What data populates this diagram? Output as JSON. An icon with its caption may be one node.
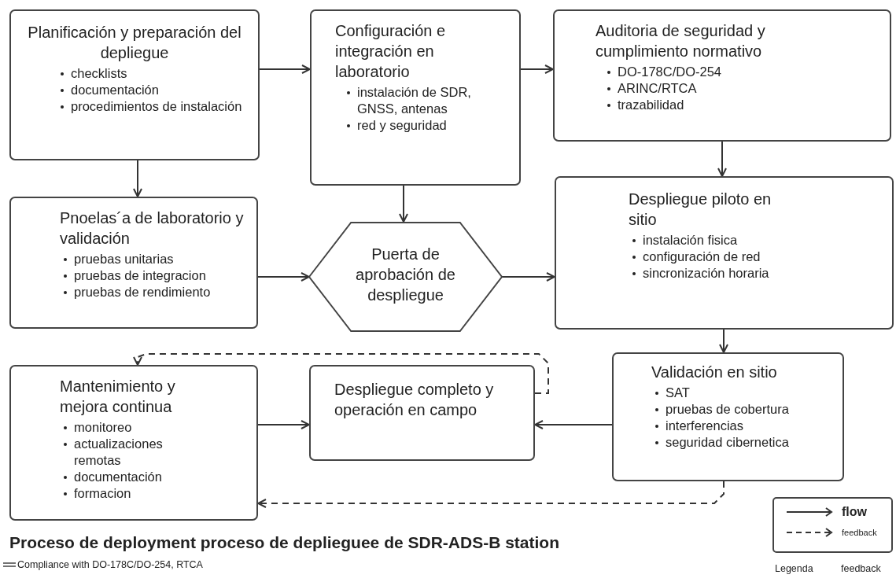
{
  "diagram": {
    "title": "Proceso de deployment proceso de deplieguee de SDR-ADS-B station",
    "caption": "Compliance with DO-178C/DO-254, RTCA",
    "nodes": [
      {
        "text": [
          "Planificación y preparación del depliegue",
          "checklists",
          "documentación",
          "procedimientos de instalación"
        ]
      },
      {
        "text": [
          "Configuración e integración en laboratorio",
          "instalación de SDR, GNSS, antenas",
          "red y seguridad"
        ]
      },
      {
        "text": [
          "Auditoria de seguridad y cumplimiento normativo",
          "DO-178C/DO-254",
          "ARINC/RTCA",
          "trazabilidad"
        ]
      },
      {
        "text": [
          "Pnoelas´a de laboratorio y validación",
          "pruebas unitarias",
          "pruebas de integracion",
          "pruebas de rendimiento"
        ]
      },
      {
        "text": [
          "Puerta de aprobación de despliegue"
        ]
      },
      {
        "text": [
          "Despliegue piloto en sitio",
          "instalación fisica",
          "configuración de red",
          "sincronización horaria"
        ]
      },
      {
        "text": [
          "Mantenimiento y mejora continua",
          "monitoreo",
          "actualizaciones remotas",
          "documentación",
          "formacion"
        ]
      },
      {
        "text": [
          "Despliegue completo y operación en campo"
        ]
      },
      {
        "text": [
          "Validación en sitio",
          "SAT",
          "pruebas de cobertura",
          "interferencias",
          "seguridad cibernetica"
        ]
      }
    ],
    "edges": [
      {
        "from": 0,
        "to": 1,
        "arrow": "to"
      },
      {
        "from": 1,
        "to": 2,
        "arrow": "to"
      },
      {
        "from": 0,
        "to": 3,
        "arrow": "to"
      },
      {
        "from": 1,
        "to": 4,
        "arrow": "to"
      },
      {
        "from": 3,
        "to": 4,
        "arrow": "to"
      },
      {
        "from": 4,
        "to": 5,
        "arrow": "to"
      },
      {
        "from": 2,
        "to": 5,
        "arrow": "to"
      },
      {
        "from": 5,
        "to": 8,
        "arrow": "to"
      },
      {
        "from": 8,
        "to": 7,
        "arrow": "to"
      },
      {
        "from": 6,
        "to": 7,
        "arrow": "to"
      },
      {
        "from": 7,
        "to": 6,
        "arrow": "to",
        "style": "dashed"
      },
      {
        "from": 8,
        "to": 6,
        "arrow": "to",
        "style": "dashed"
      }
    ],
    "labels": [
      "Legenda",
      "feedback"
    ],
    "legend": [
      {
        "text": "flow"
      },
      {
        "text": "feedback"
      }
    ]
  }
}
